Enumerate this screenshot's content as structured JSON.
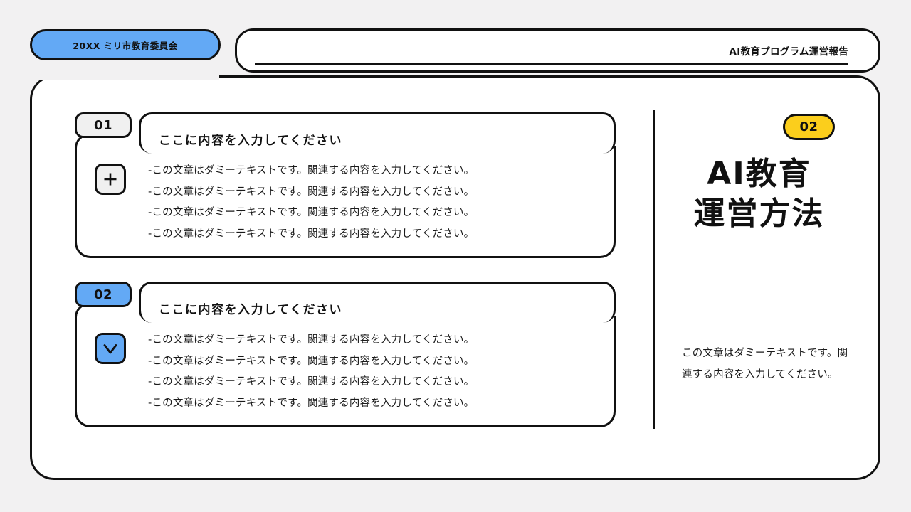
{
  "slide": {
    "background_color": "#f2f1f2",
    "frame_color": "#111111"
  },
  "header": {
    "org_pill_label": "20XX ミリ市教育委員会",
    "org_pill_color": "#63a9f5",
    "title": "AI教育プログラム運営報告"
  },
  "left_column": {
    "sections": [
      {
        "badge": "01",
        "badge_color": "#f0f0f0",
        "icon": "plus-icon",
        "icon_color": "#f0f0f0",
        "heading": "ここに内容を入力してください",
        "lines": [
          "-この文章はダミーテキストです。関連する内容を入力してください。",
          "-この文章はダミーテキストです。関連する内容を入力してください。",
          "-この文章はダミーテキストです。関連する内容を入力してください。",
          "-この文章はダミーテキストです。関連する内容を入力してください。"
        ]
      },
      {
        "badge": "02",
        "badge_color": "#63a9f5",
        "icon": "check-icon",
        "icon_color": "#63a9f5",
        "heading": "ここに内容を入力してください",
        "lines": [
          "-この文章はダミーテキストです。関連する内容を入力してください。",
          "-この文章はダミーテキストです。関連する内容を入力してください。",
          "-この文章はダミーテキストです。関連する内容を入力してください。",
          "-この文章はダミーテキストです。関連する内容を入力してください。"
        ]
      }
    ]
  },
  "right_column": {
    "badge": "02",
    "badge_color": "#fbce1c",
    "title_line_1": "AI教育",
    "title_line_2": "運営方法",
    "paragraph": "この文章はダミーテキストです。関連する内容を入力してください。"
  }
}
